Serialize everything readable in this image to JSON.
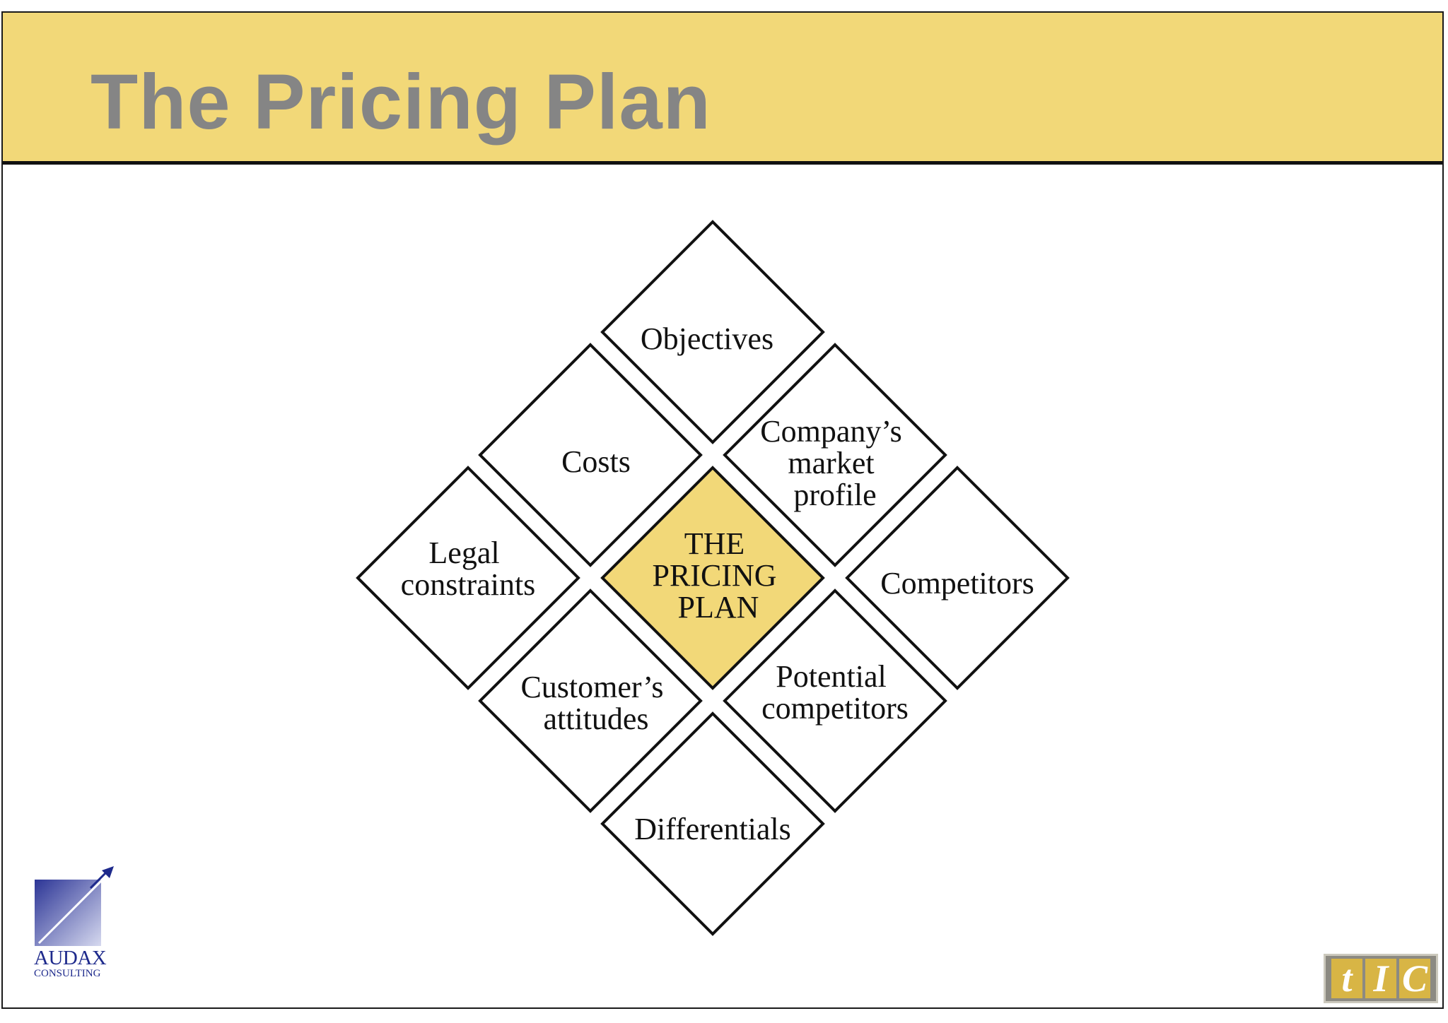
{
  "slide": {
    "title": "The Pricing Plan"
  },
  "diagram": {
    "center": {
      "lines": [
        "THE",
        "PRICING",
        "PLAN"
      ],
      "fill": "#f2d878"
    },
    "tiles": {
      "objectives": [
        "Objectives"
      ],
      "costs": [
        "Costs"
      ],
      "company_market_profile": [
        "Company’s",
        "market",
        "profile"
      ],
      "legal_constraints": [
        "Legal",
        "constraints"
      ],
      "competitors": [
        "Competitors"
      ],
      "customers_attitudes": [
        "Customer’s",
        "attitudes"
      ],
      "potential_competitors": [
        "Potential",
        "competitors"
      ],
      "differentials": [
        "Differentials"
      ]
    }
  },
  "logos": {
    "audax": {
      "name": "AUDAX",
      "sub": "CONSULTING",
      "icon": "arrow-up-right-icon"
    },
    "tic": {
      "letters": [
        "t",
        "I",
        "C"
      ]
    }
  },
  "colors": {
    "header_bg": "#f2d878",
    "title_text": "#858585",
    "logo_blue": "#1e2a8c"
  }
}
